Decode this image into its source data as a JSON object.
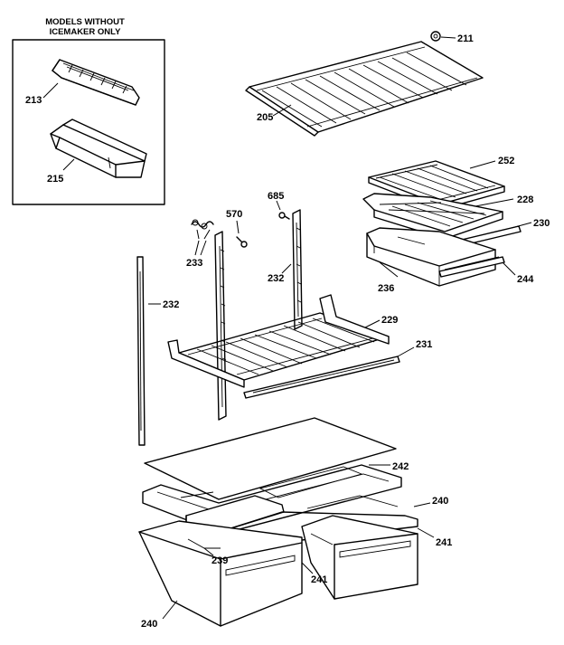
{
  "inset": {
    "title_line1": "MODELS WITHOUT",
    "title_line2": "ICEMAKER ONLY"
  },
  "callouts": {
    "p211": "211",
    "p205": "205",
    "p213": "213",
    "p215": "215",
    "p252": "252",
    "p228": "228",
    "p230": "230",
    "p244": "244",
    "p236": "236",
    "p570": "570",
    "p685": "685",
    "p233": "233",
    "p232a": "232",
    "p232b": "232",
    "p229": "229",
    "p231": "231",
    "p242": "242",
    "p240a": "240",
    "p241a": "241",
    "p239": "239",
    "p241b": "241",
    "p240b": "240"
  }
}
